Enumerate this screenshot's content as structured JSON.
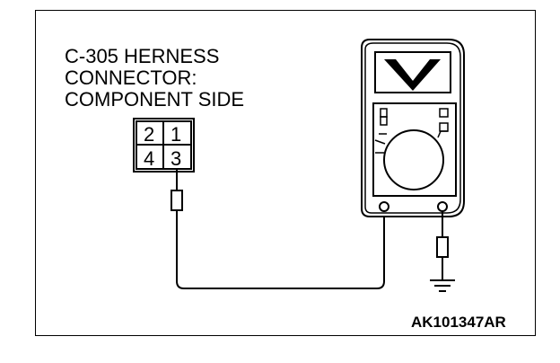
{
  "connector": {
    "label_lines": [
      "C-305 HERNESS",
      "CONNECTOR:",
      "COMPONENT SIDE"
    ],
    "pins": [
      "2",
      "1",
      "4",
      "3"
    ]
  },
  "meter": {
    "display_symbol": "V",
    "function": "voltmeter"
  },
  "figure_id": "AK101347AR",
  "icons": [
    "probe-icon",
    "ground-symbol-icon",
    "voltmeter-icon"
  ]
}
